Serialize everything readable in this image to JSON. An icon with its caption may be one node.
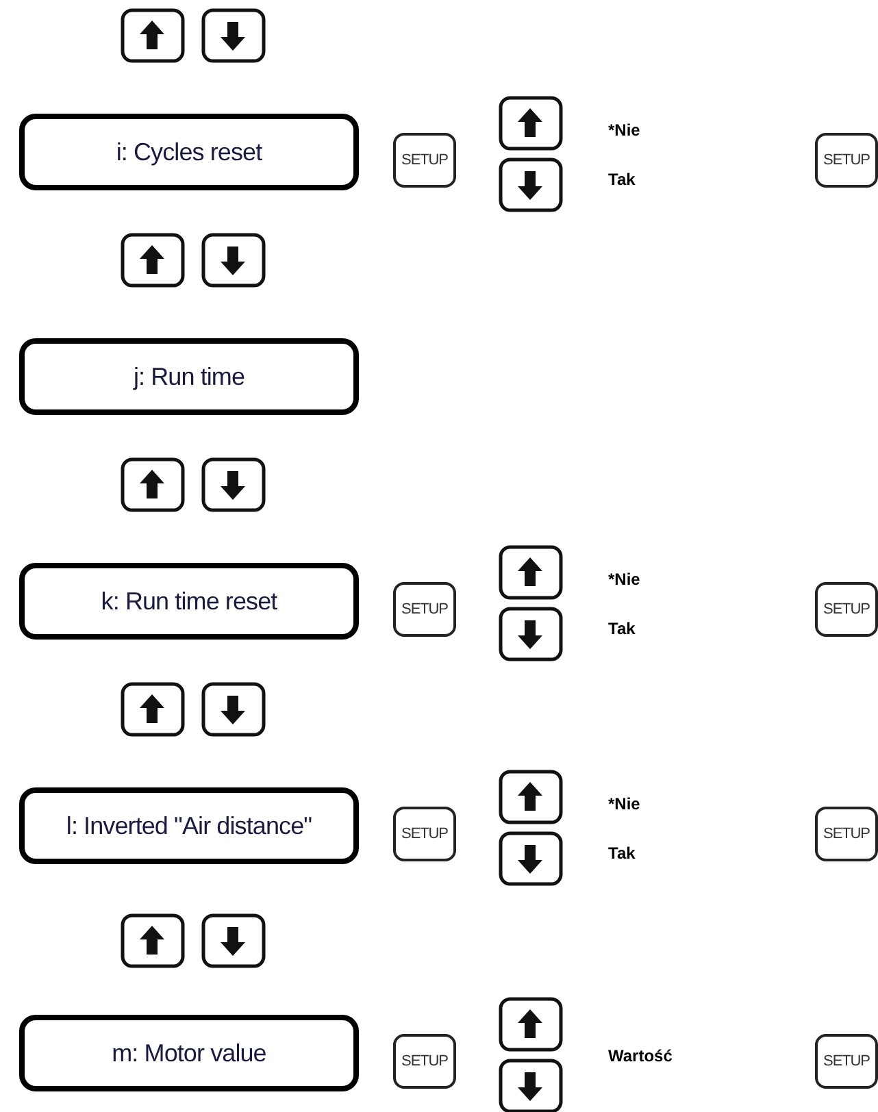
{
  "diagram": {
    "nodes": [
      {
        "text": [
          "i: Cycles reset"
        ]
      },
      {
        "text": [
          "SETUP"
        ]
      },
      {
        "text": [
          "SETUP"
        ]
      },
      {
        "text": [
          "j: Run time"
        ]
      },
      {
        "text": [
          "k: Run time reset"
        ]
      },
      {
        "text": [
          "SETUP"
        ]
      },
      {
        "text": [
          "SETUP"
        ]
      },
      {
        "text": [
          "l: Inverted \"Air distance\""
        ]
      },
      {
        "text": [
          "SETUP"
        ]
      },
      {
        "text": [
          "SETUP"
        ]
      },
      {
        "text": [
          "m: Motor value"
        ]
      },
      {
        "text": [
          "SETUP"
        ]
      },
      {
        "text": [
          "SETUP"
        ]
      }
    ],
    "labels": [
      "*Nie",
      "Tak",
      "*Nie",
      "Tak",
      "*Nie",
      "Tak",
      "Wartość"
    ]
  }
}
